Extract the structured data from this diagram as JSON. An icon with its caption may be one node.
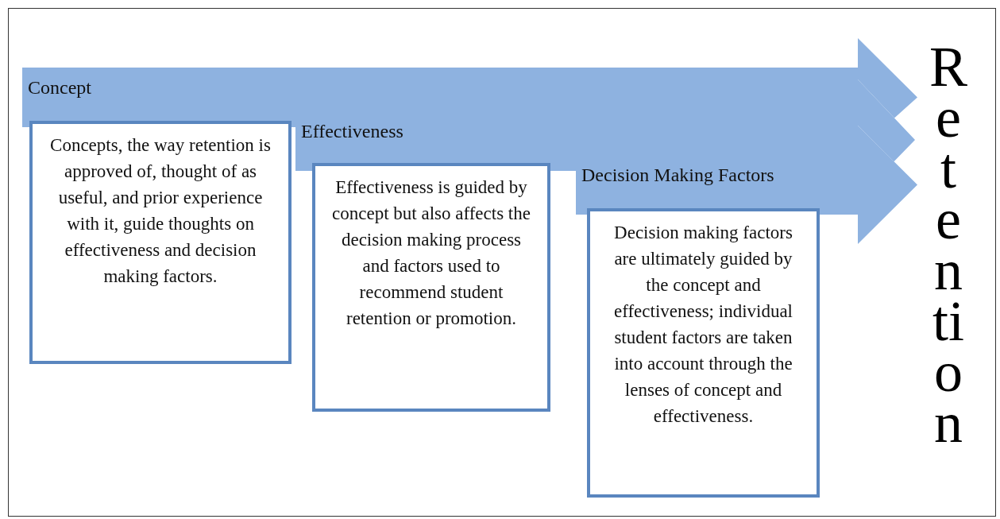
{
  "diagram": {
    "nodes": [
      {
        "text": [
          "Concept"
        ]
      },
      {
        "text": [
          "Concepts, the way retention is approved of, thought of as useful, and prior experience with it, guide thoughts on effectiveness and decision making factors."
        ]
      },
      {
        "text": [
          "Effectiveness"
        ]
      },
      {
        "text": [
          "Effectiveness is guided by concept but also affects the decision making process and factors used to recommend student retention or promotion."
        ]
      },
      {
        "text": [
          "Decision Making Factors"
        ]
      },
      {
        "text": [
          "Decision making factors are ultimately guided by the concept and effectiveness; individual student factors are taken into account through the lenses of concept and effectiveness."
        ]
      },
      {
        "text": [
          "Retention"
        ]
      }
    ],
    "edges": []
  }
}
